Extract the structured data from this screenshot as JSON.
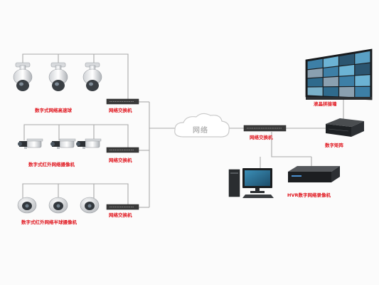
{
  "labels": {
    "ptz_cameras": "数字式网络高速球",
    "ir_cameras": "数字式红外网络摄像机",
    "dome_cameras": "数字式红外网络半球摄像机",
    "switch_1": "网络交换机",
    "switch_2": "网络交换机",
    "switch_3": "网络交换机",
    "switch_center": "网络交换机",
    "network_cloud": "网络",
    "video_wall": "液晶拼接墙",
    "matrix": "数字矩阵",
    "nvr": "HVR数字网络录像机"
  },
  "colors": {
    "label_red": "#e0121a",
    "line_gray": "#a9a9a9",
    "device_dark": "#2a2a2a"
  }
}
